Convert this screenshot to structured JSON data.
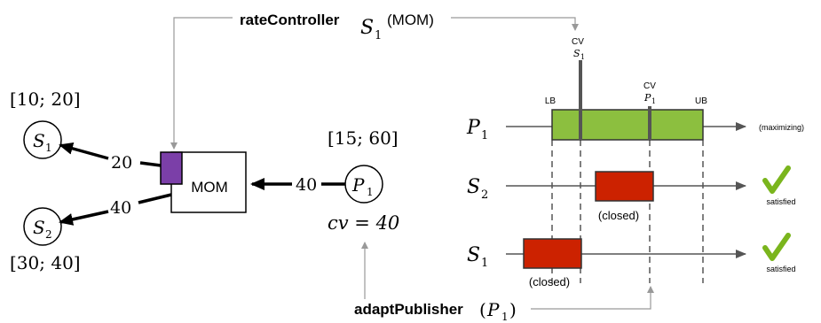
{
  "top_label": {
    "main": "rateController",
    "var": "S",
    "sub": "1",
    "arg": "(MOM)"
  },
  "bottom_label": {
    "main": "adaptPublisher",
    "open": "(",
    "var": "P",
    "sub": "1",
    "close": ")"
  },
  "network": {
    "mom_label": "MOM",
    "s1": {
      "var": "S",
      "sub": "1",
      "range": "[10; 20]",
      "edge_value": "20"
    },
    "s2": {
      "var": "S",
      "sub": "2",
      "range": "[30; 40]",
      "edge_value": "40"
    },
    "p1": {
      "var": "P",
      "sub": "1",
      "range": "[15; 60]",
      "edge_value": "40"
    },
    "cv_equation": "cv = 40"
  },
  "bars": {
    "lb_label": "LB",
    "ub_label": "UB",
    "cv_s1": {
      "cv": "CV",
      "var": "S",
      "sub": "1"
    },
    "cv_p1": {
      "cv": "CV",
      "var": "P",
      "sub": "1"
    },
    "rows": [
      {
        "var": "P",
        "sub": "1",
        "status": "(maximizing)",
        "color": "#8cbf3f"
      },
      {
        "var": "S",
        "sub": "2",
        "status": "satisfied",
        "bar_note": "(closed)",
        "color": "#cc2200"
      },
      {
        "var": "S",
        "sub": "1",
        "status": "satisfied",
        "bar_note": "(closed)",
        "color": "#cc2200"
      }
    ],
    "check_color": "#7ab51d",
    "mom_block_color": "#7b3fa8"
  }
}
